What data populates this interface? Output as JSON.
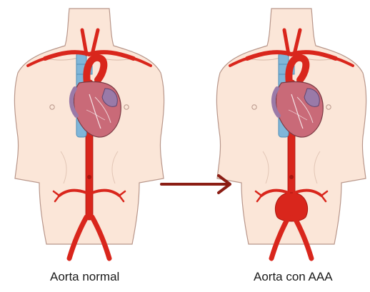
{
  "panels": [
    {
      "id": "normal",
      "caption": "Aorta normal",
      "aneurysm": false
    },
    {
      "id": "aaa",
      "caption": "Aorta con AAA",
      "aneurysm": true
    }
  ],
  "colors": {
    "skin": "#fbe6d8",
    "skin_outline": "#b8968a",
    "artery": "#d9261c",
    "artery_dark": "#a8160f",
    "vein": "#7fb6d9",
    "vein_dark": "#4f8fb8",
    "heart": "#c96a78",
    "heart_shade": "#9a7aa8",
    "arrow": "#8b1d14"
  },
  "icons": {
    "transition": "arrow-right-icon"
  }
}
